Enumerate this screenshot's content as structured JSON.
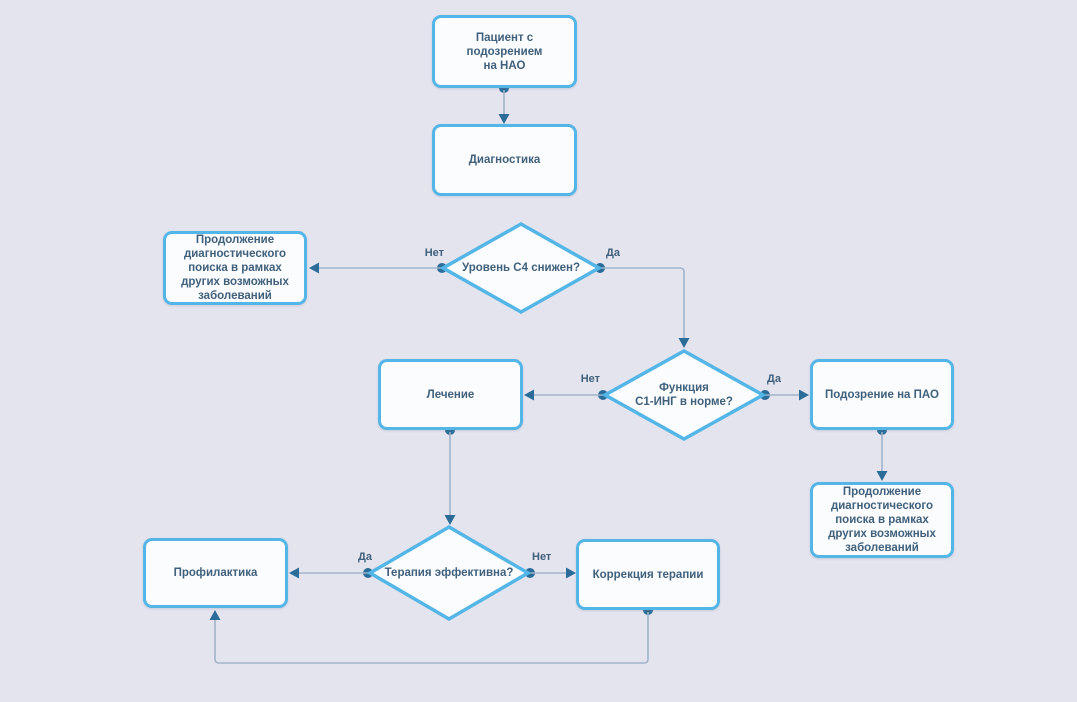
{
  "colors": {
    "background": "#e4e4ef",
    "node_border": "#54b5e7",
    "node_fill": "#fafcfe",
    "node_text": "#41607c",
    "connector": "#a0b4c8",
    "marker": "#2b6d98"
  },
  "nodes": {
    "patient": {
      "label": "Пациент с\nподозрением\nна НАО"
    },
    "diagnostics": {
      "label": "Диагностика"
    },
    "c4": {
      "label": "Уровень C4 снижен?"
    },
    "continue_left": {
      "label": "Продолжение\nдиагностического\nпоиска в рамках\nдругих возможных\nзаболеваний"
    },
    "c1inh": {
      "label": "Функция\nС1-ИНГ в норме?"
    },
    "treatment": {
      "label": "Лечение"
    },
    "pao": {
      "label": "Подозрение на ПАО"
    },
    "continue_right": {
      "label": "Продолжение\nдиагностического\nпоиска в рамках\nдругих возможных\nзаболеваний"
    },
    "effective": {
      "label": "Терапия эффективна?"
    },
    "prevention": {
      "label": "Профилактика"
    },
    "correction": {
      "label": "Коррекция терапии"
    }
  },
  "edge_labels": {
    "c4_no": "Нет",
    "c4_yes": "Да",
    "c1inh_no": "Нет",
    "c1inh_yes": "Да",
    "effective_yes": "Да",
    "effective_no": "Нет"
  }
}
